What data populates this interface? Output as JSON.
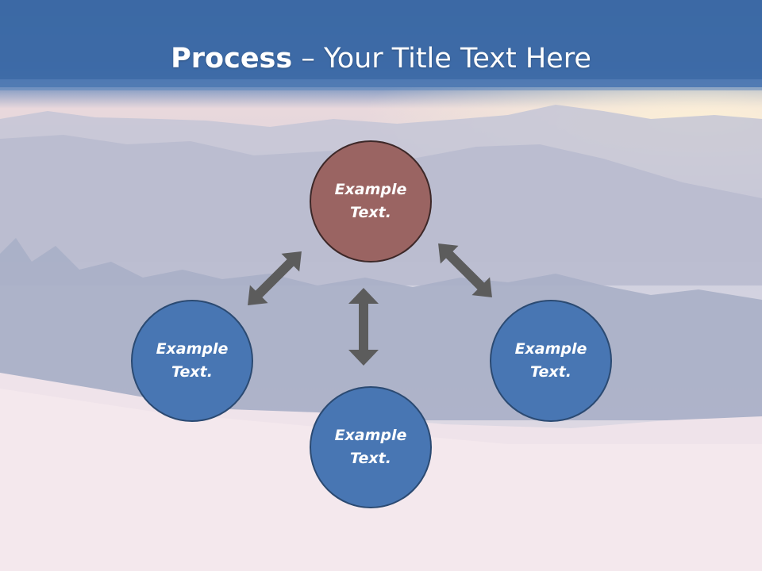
{
  "title": {
    "bold": "Process",
    "rest": " – Your Title Text Here"
  },
  "nodes": {
    "top": "Example\nText.",
    "left": "Example\nText.",
    "right": "Example\nText.",
    "bottom": "Example\nText."
  },
  "colors": {
    "title_band": "#3c6aa5",
    "top_node": "#9a6462",
    "other_nodes": "#4876b3",
    "arrow": "#5c5c5c"
  }
}
